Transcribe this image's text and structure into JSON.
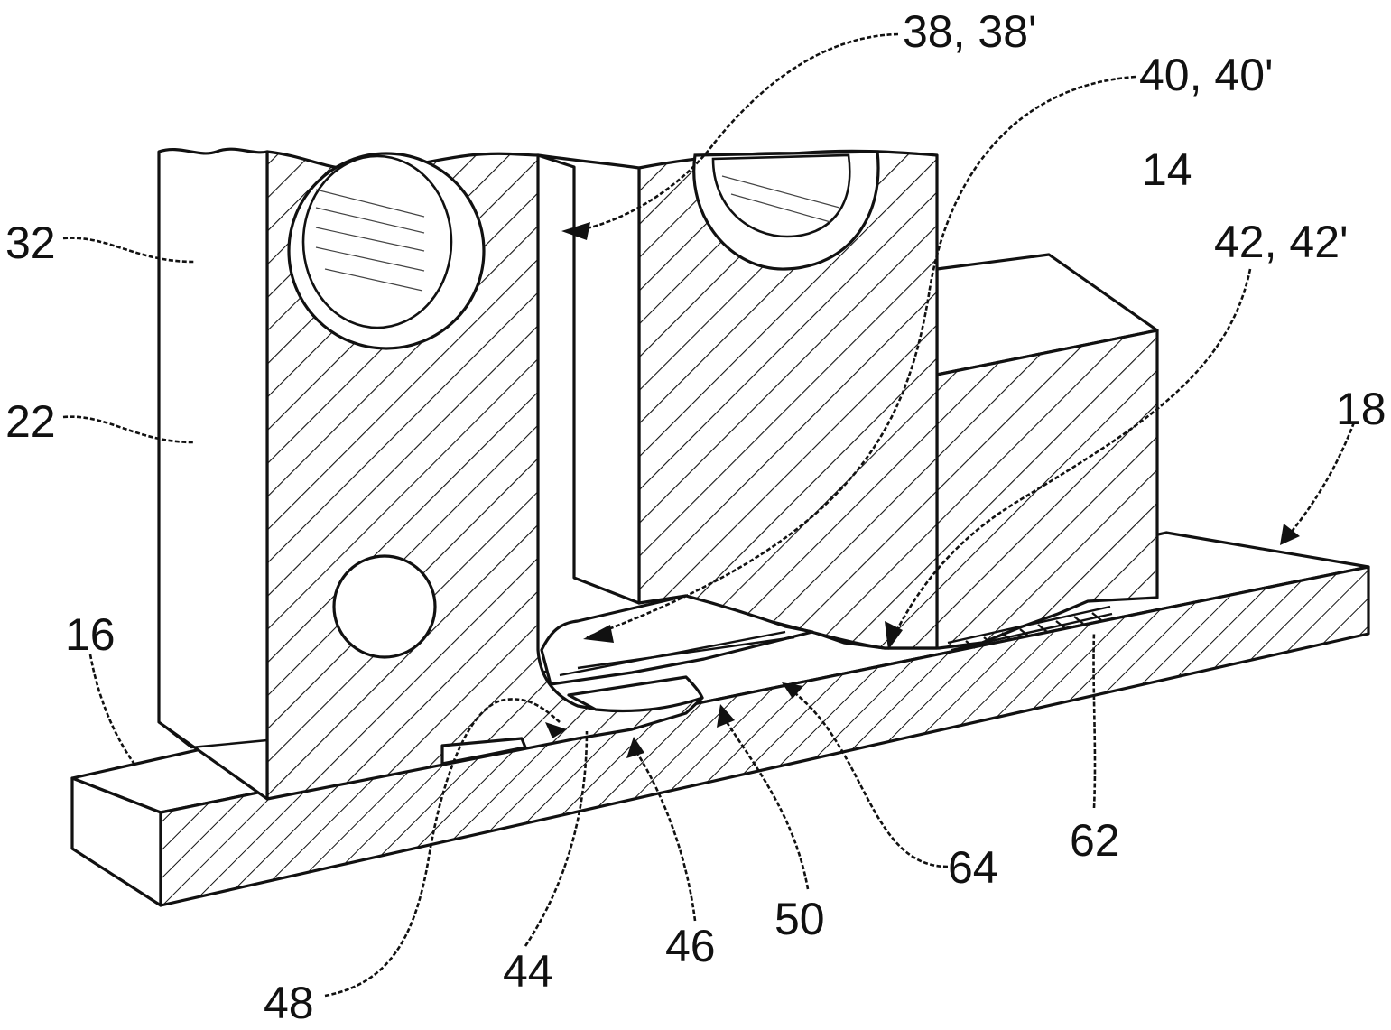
{
  "figure": {
    "labels": [
      {
        "key": "l38",
        "text": "38, 38'"
      },
      {
        "key": "l40",
        "text": "40, 40'"
      },
      {
        "key": "l14",
        "text": "14"
      },
      {
        "key": "l42",
        "text": "42, 42'"
      },
      {
        "key": "l32",
        "text": "32"
      },
      {
        "key": "l22",
        "text": "22"
      },
      {
        "key": "l18",
        "text": "18"
      },
      {
        "key": "l16",
        "text": "16"
      },
      {
        "key": "l62",
        "text": "62"
      },
      {
        "key": "l64",
        "text": "64"
      },
      {
        "key": "l50",
        "text": "50"
      },
      {
        "key": "l46",
        "text": "46"
      },
      {
        "key": "l44",
        "text": "44"
      },
      {
        "key": "l48",
        "text": "48"
      }
    ]
  }
}
